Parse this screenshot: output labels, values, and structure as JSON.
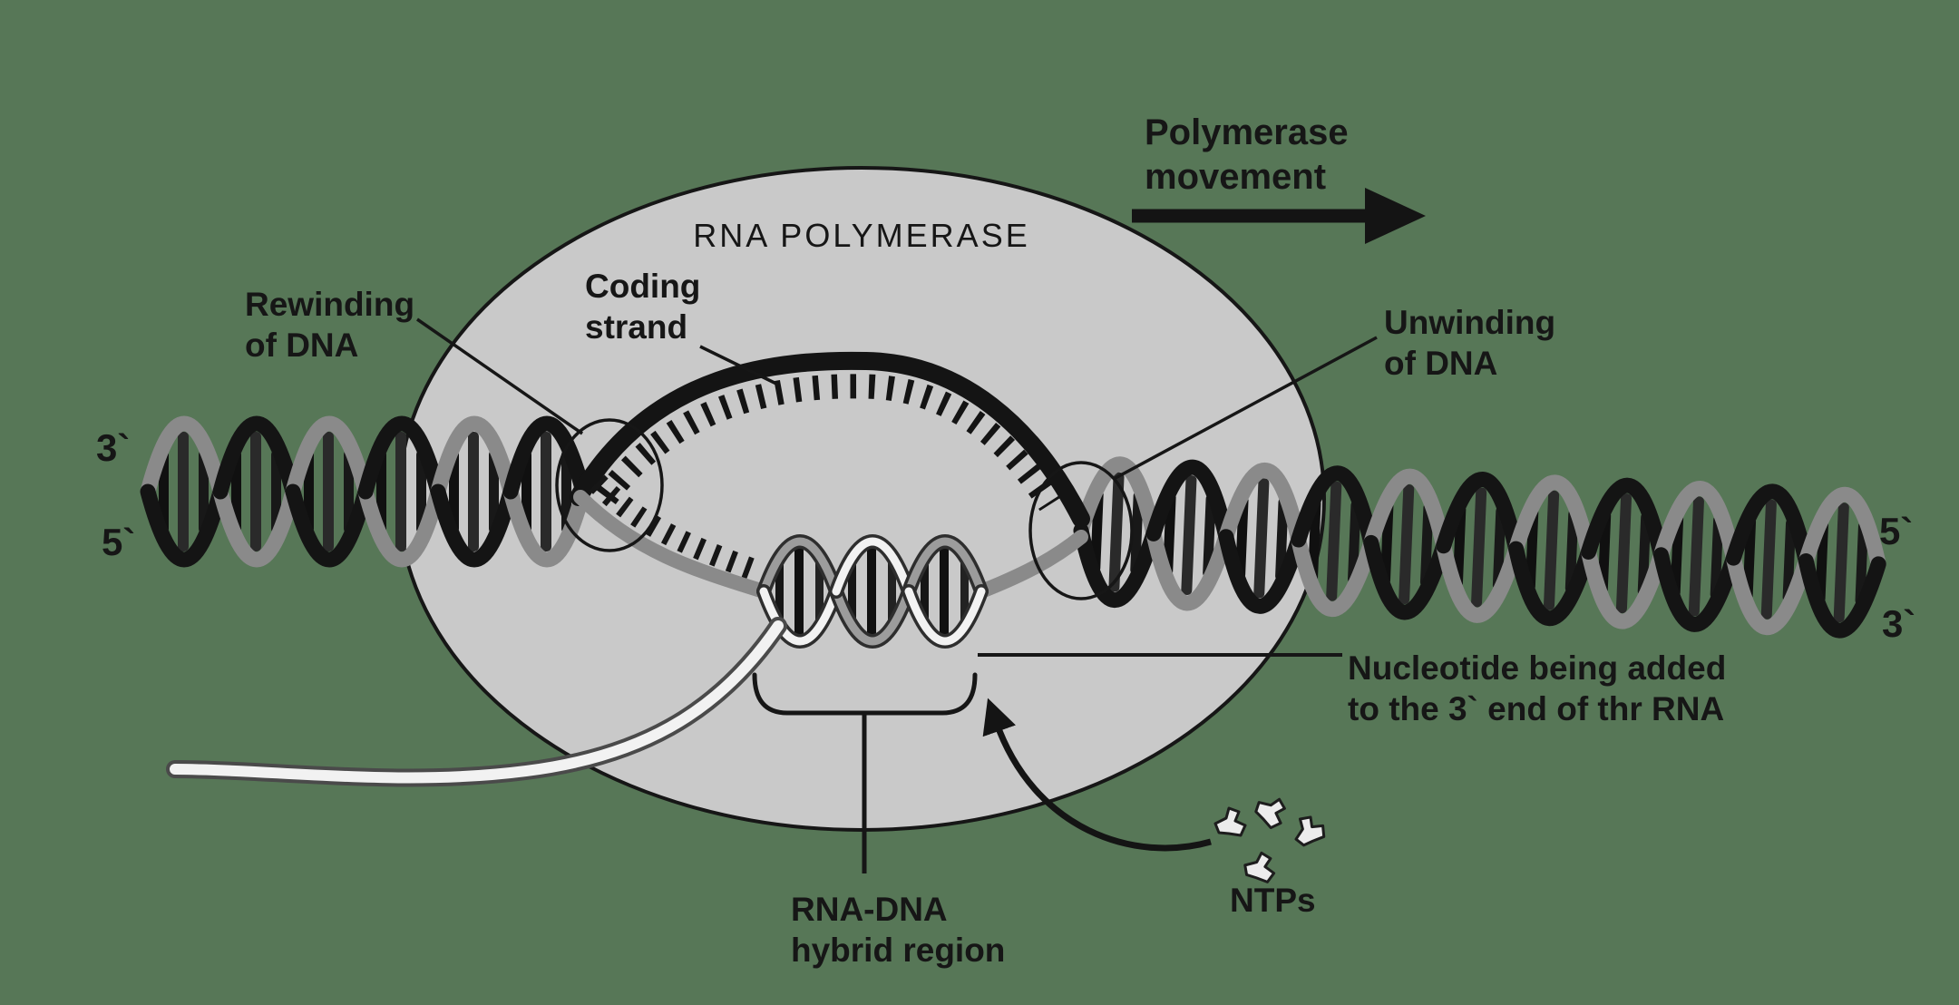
{
  "diagram": {
    "title": "RNA POLYMERASE",
    "labels": {
      "polymerase_movement": "Polymerase\nmovement",
      "rewinding": "Rewinding\nof DNA",
      "coding_strand": "Coding\nstrand",
      "unwinding": "Unwinding\nof DNA",
      "nucleotide": "Nucleotide being added\nto the 3` end of thr RNA",
      "hybrid_region": "RNA-DNA\nhybrid region",
      "ntps": "NTPs",
      "left_three_prime": "3`",
      "left_five_prime": "5`",
      "right_five_prime": "5`",
      "right_three_prime": "3`"
    },
    "colors": {
      "background": "#577757",
      "polymerase_fill": "#c9c9c9",
      "outline": "#161616",
      "dna_strand_dark": "#141414",
      "dna_strand_gray": "#8a8a8a",
      "rna_strand_light": "#f2f2f2",
      "text": "#161616"
    }
  }
}
